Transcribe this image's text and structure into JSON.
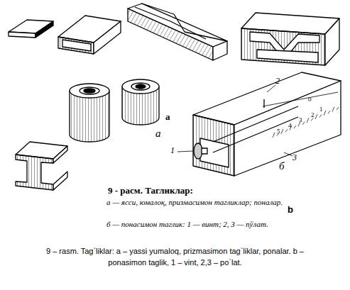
{
  "diagram": {
    "caption": "9 – rasm. Tag`liklar: a – yassi yumaloq, prizmasimon tag`liklar, ponalar. b – ponasimon taglik,  1 – vint, 2,3 – po`lat.",
    "labels": [
      "9 - расм. Тагликлар:",
      "а — ясси, юмалоқ, призмасимон тагликлар; поналар.",
      "б — понасимон таглик: 1 — винт; 2, 3 — пўлат.",
      "а",
      "а",
      "б",
      "b",
      "1",
      "2",
      "3",
      "0",
      "1",
      "2",
      "3",
      "4",
      "5"
    ]
  }
}
